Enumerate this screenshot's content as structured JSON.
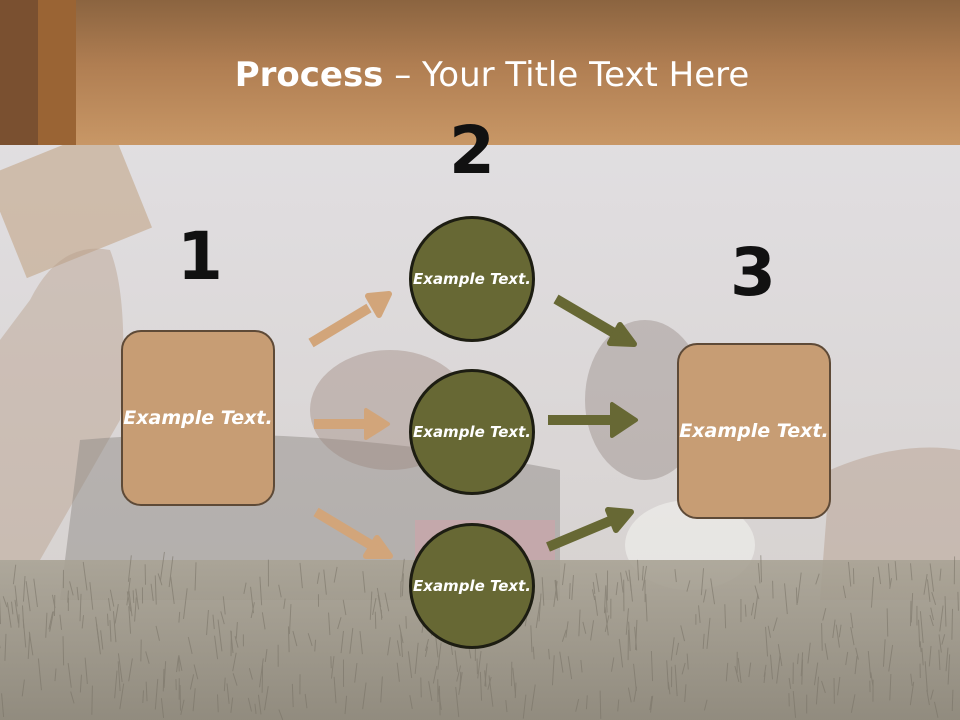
{
  "title": {
    "bold": "Process",
    "rest": " – Your Title Text Here"
  },
  "steps": {
    "one": "1",
    "two": "2",
    "three": "3"
  },
  "boxes": {
    "left": "Example Text.",
    "right": "Example Text."
  },
  "circles": {
    "top": "Example Text.",
    "middle": "Example Text.",
    "bottom": "Example Text."
  },
  "colors": {
    "header": "#c0905f",
    "box_fill": "#c79d74",
    "circle_fill": "#676834",
    "arrow_tan": "#d2a57a",
    "arrow_olive": "#676834"
  }
}
